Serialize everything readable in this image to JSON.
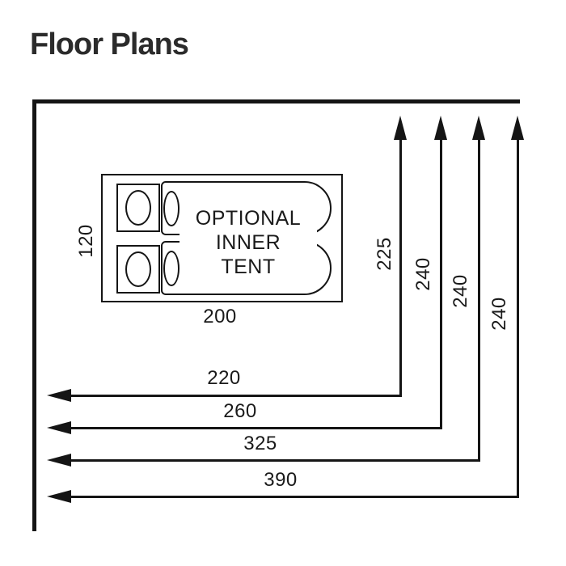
{
  "title": "Floor Plans",
  "colors": {
    "ink": "#1a1a1a",
    "background": "#ffffff"
  },
  "tent": {
    "label": [
      "OPTIONAL",
      "INNER",
      "TENT"
    ],
    "width": "120",
    "length": "200"
  },
  "dims": {
    "vertical": [
      "225",
      "240",
      "240",
      "240"
    ],
    "horizontal": [
      "220",
      "260",
      "325",
      "390"
    ]
  }
}
